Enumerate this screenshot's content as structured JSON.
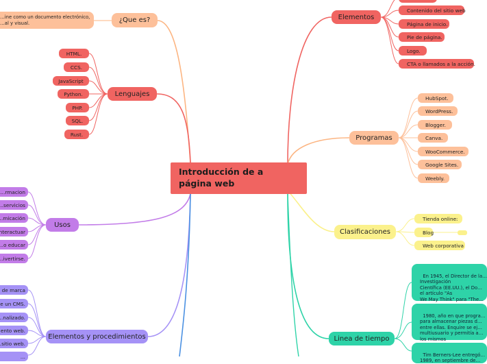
{
  "central": {
    "title": "Introducción de a página web"
  },
  "colors": {
    "red": "#f06461",
    "orange": "#fcb582",
    "lightorange": "#fdc09a",
    "yellow": "#fbf18c",
    "teal": "#2ed3a8",
    "purple": "#c27ce8",
    "lavender": "#a592f6",
    "blue": "#4a90e2"
  },
  "branches": {
    "que_es": {
      "label": "¿Que es?",
      "text": "…ine como un documento electrónico,\n…al y visual."
    },
    "lenguajes": {
      "label": "Lenguajes",
      "items": [
        "HTML.",
        "CCS.",
        "JavaScript",
        "Python.",
        "PHP.",
        "SQL.",
        "Rust."
      ]
    },
    "usos": {
      "label": "Usos",
      "items": [
        "…rmacion",
        "…servicios",
        "…micación",
        "…nteractuar",
        "…o educar",
        "…ivertirse."
      ]
    },
    "elementos_proc": {
      "label": "Elementos y procedimientos",
      "items": [
        "… de marca",
        "…e un CMS.",
        "…nalizado.",
        "…ento web.",
        "…sitio web.",
        "…"
      ]
    },
    "elementos": {
      "label": "Elementos",
      "items": [
        "…",
        "Contenido del sitio web",
        "Página de inicio.",
        "Pie de página.",
        "Logo.",
        "CTA o llamados a la acción."
      ]
    },
    "programas": {
      "label": "Programas",
      "items": [
        "HubSpot.",
        "WordPress.",
        "Blogger.",
        "Canva.",
        "WooCommerce.",
        "Google Sites.",
        "Weebly."
      ]
    },
    "clasificaciones": {
      "label": "Clasificaciones",
      "items": [
        "Tienda online:",
        "Blog",
        "Web corporativa"
      ]
    },
    "linea_tiempo": {
      "label": "Linea de tiempo",
      "texts": [
        "En 1945, el Director de la…\nInvestigación\nCientífica (EE.UU.), el Do…\nel artículo \"As\nWe May Think\" para \"The…",
        "1980, año en que progra…\npara almacenar piezas d…\nentre ellas. Enquire se ej…\nmultiusuario y permitía a…\nlos mismos",
        "Tim Berners-Lee entregó…\n1989, en septiembre de…"
      ]
    }
  }
}
